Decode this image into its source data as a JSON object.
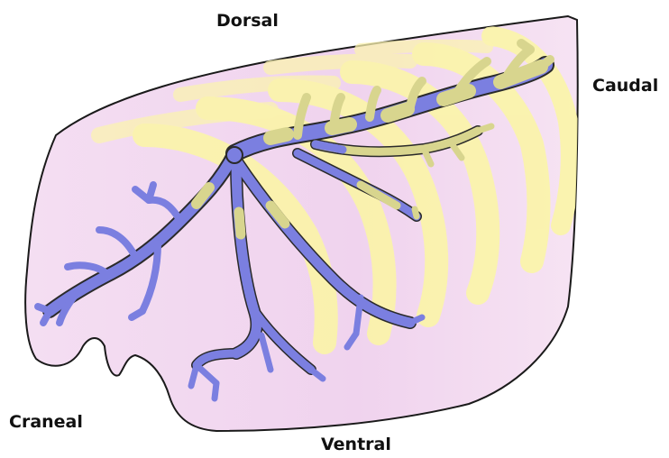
{
  "labels": {
    "dorsal": "Dorsal",
    "caudal": "Caudal",
    "craneal": "Craneal",
    "ventral": "Ventral"
  },
  "colors": {
    "background": "#ffffff",
    "lung_fill": "#f2d9ef",
    "lung_outline": "#1a1a1a",
    "rib_band": "#fbf5a8",
    "bronchus_blue": "#7b7fe0",
    "bronchus_tan": "#d8d58e",
    "bronchus_outline": "#2a2a2a",
    "label_text": "#111111"
  },
  "icons": {
    "lung_lobe": "lung-lobe-shape",
    "bronchial_tree": "bronchial-tree",
    "rib_shadows": "rib-shadow-bands"
  }
}
